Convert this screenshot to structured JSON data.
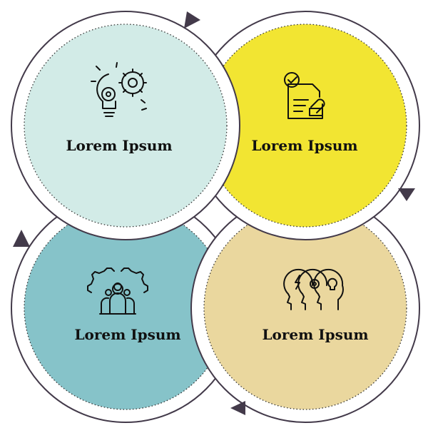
{
  "circles": [
    {
      "id": "top-left",
      "label": "Lorem Ipsum",
      "icon": "idea-gears-icon",
      "fill": "#d2ebe7"
    },
    {
      "id": "top-right",
      "label": "Lorem Ipsum",
      "icon": "document-approval-icon",
      "fill": "#f2e532"
    },
    {
      "id": "bottom-right",
      "label": "Lorem Ipsum",
      "icon": "mind-heads-icon",
      "fill": "#ead79e"
    },
    {
      "id": "bottom-left",
      "label": "Lorem Ipsum",
      "icon": "team-gear-icon",
      "fill": "#86c3c9"
    }
  ],
  "colors": {
    "outline": "#433a4a",
    "arrow": "#433a4a",
    "ring": "#ffffff"
  }
}
